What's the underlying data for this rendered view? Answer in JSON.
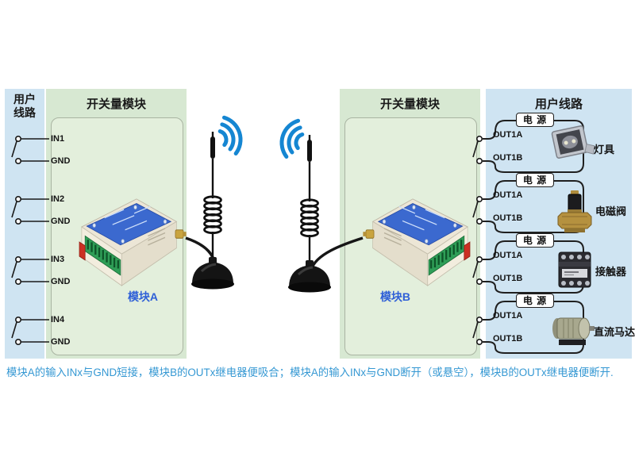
{
  "colors": {
    "left_panel_blue": "#cfe4f2",
    "module_panel_green": "#d7e8d2",
    "module_panel_inner_green": "#e3efdc",
    "wire_black": "#1a1a1a",
    "caption_blue": "#3598d3",
    "module_label_blue": "#2e5fd7",
    "wifi_blue": "#1586d2",
    "module_top_blue": "#3b69cf",
    "terminal_green": "#2f9e57"
  },
  "icons": {
    "wifi": "wifi-signal-arcs",
    "antenna": "whip-antenna-with-magnetic-base",
    "lamp": "floodlight",
    "valve": "solenoid-valve",
    "contactor": "contactor",
    "motor": "dc-motor"
  },
  "left_panel": {
    "title_line1": "用户",
    "title_line2": "线路",
    "rows": [
      {
        "input": "IN1",
        "ground": "GND"
      },
      {
        "input": "IN2",
        "ground": "GND"
      },
      {
        "input": "IN3",
        "ground": "GND"
      },
      {
        "input": "IN4",
        "ground": "GND"
      }
    ]
  },
  "module_a_panel": {
    "header": "开关量模块",
    "label": "模块A"
  },
  "module_b_panel": {
    "header": "开关量模块",
    "label": "模块B"
  },
  "right_panel": {
    "title": "用户线路",
    "circuits": [
      {
        "power_label": "电 源",
        "terminal_a": "OUT1A",
        "terminal_b": "OUT1B",
        "device": "灯具"
      },
      {
        "power_label": "电 源",
        "terminal_a": "OUT1A",
        "terminal_b": "OUT1B",
        "device": "电磁阀"
      },
      {
        "power_label": "电 源",
        "terminal_a": "OUT1A",
        "terminal_b": "OUT1B",
        "device": "接触器"
      },
      {
        "power_label": "电 源",
        "terminal_a": "OUT1A",
        "terminal_b": "OUT1B",
        "device": "直流马达"
      }
    ]
  },
  "caption": "模块A的输入INx与GND短接，模块B的OUTx继电器便吸合；模块A的输入INx与GND断开（或悬空），模块B的OUTx继电器便断开."
}
